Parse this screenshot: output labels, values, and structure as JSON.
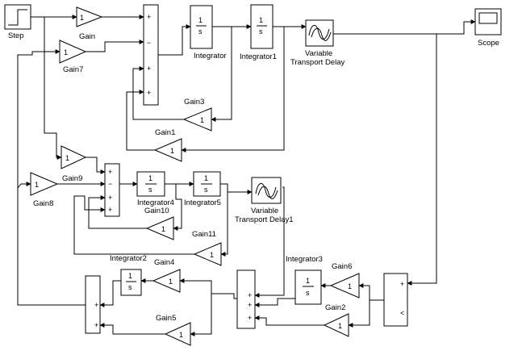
{
  "blocks": {
    "step": {
      "label": "Step"
    },
    "gain": {
      "label": "Gain",
      "value": "1"
    },
    "gain7": {
      "label": "Gain7",
      "value": "1"
    },
    "integrator": {
      "label": "Integrator",
      "num": "1",
      "den": "s"
    },
    "integrator1": {
      "label": "Integrator1",
      "num": "1",
      "den": "s"
    },
    "vtd": {
      "label_line1": "Variable",
      "label_line2": "Transport Delay"
    },
    "scope": {
      "label": "Scope"
    },
    "gain3": {
      "label": "Gain3",
      "value": "1"
    },
    "gain1": {
      "label": "Gain1",
      "value": "1"
    },
    "gain9": {
      "label": "Gain9",
      "value": "1"
    },
    "gain8": {
      "label": "Gain8",
      "value": "1"
    },
    "integrator4": {
      "label": "Integrator4",
      "num": "1",
      "den": "s"
    },
    "integrator5": {
      "label": "Integrator5",
      "num": "1",
      "den": "s"
    },
    "gain10": {
      "label": "Gain10",
      "value": "1"
    },
    "vtd1": {
      "label_line1": "Variable",
      "label_line2": "Transport Delay1"
    },
    "gain11": {
      "label": "Gain11",
      "value": "1"
    },
    "integrator2": {
      "label": "Integrator2",
      "num": "1",
      "den": "s"
    },
    "gain4": {
      "label": "Gain4",
      "value": "1"
    },
    "gain5": {
      "label": "Gain5",
      "value": "1"
    },
    "integrator3": {
      "label": "Integrator3",
      "num": "1",
      "den": "s"
    },
    "gain6": {
      "label": "Gain6",
      "value": "1"
    },
    "gain2": {
      "label": "Gain2",
      "value": "1"
    }
  },
  "signs": {
    "sum_main": [
      "+",
      "−",
      "+",
      "+"
    ],
    "sum_mid": [
      "+",
      "−",
      "+",
      "+"
    ],
    "sum_c1": [
      "+",
      "+",
      "+"
    ],
    "sum_bl": [
      "+",
      "+"
    ],
    "sum_r": [
      "+",
      "<"
    ]
  }
}
